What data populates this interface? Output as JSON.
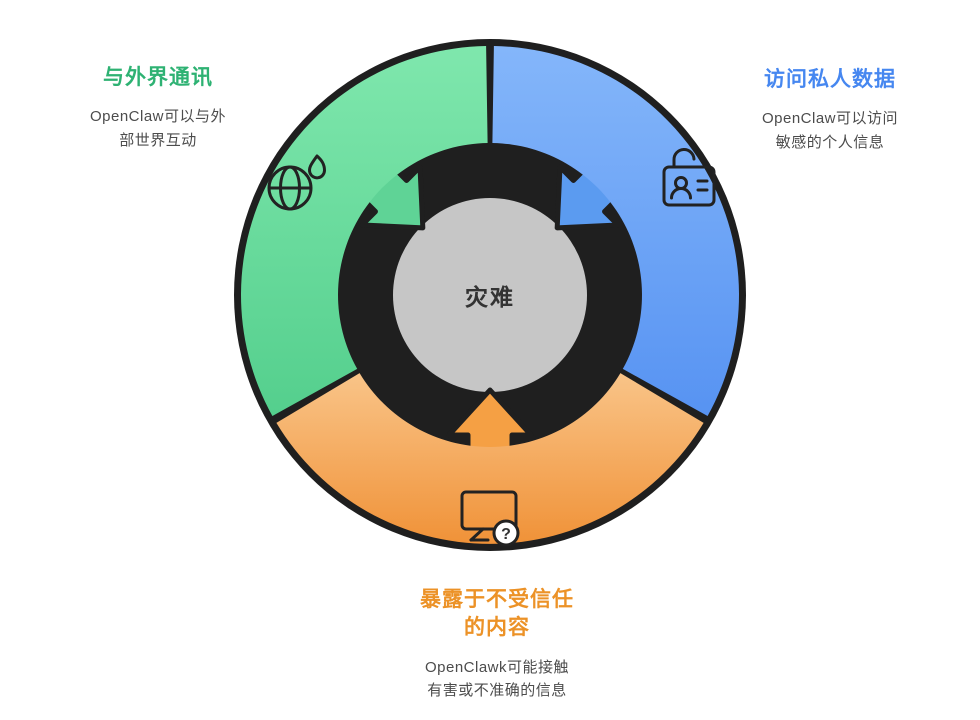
{
  "diagram": {
    "center": {
      "label": "灾难"
    },
    "segments": [
      {
        "id": "communicate-outside",
        "title": "与外界通讯",
        "desc_line1": "OpenClaw可以与外",
        "desc_line2": "部世界互动",
        "color": "#54cf8d",
        "icon": "globe-flame-icon"
      },
      {
        "id": "private-data",
        "title": "访问私人数据",
        "desc_line1": "OpenClaw可以访问",
        "desc_line2": "敏感的个人信息",
        "color": "#5793f2",
        "icon": "unlocked-id-icon"
      },
      {
        "id": "untrusted-content",
        "title_line1": "暴露于不受信任",
        "title_line2": "的内容",
        "desc_line1": "OpenClawk可能接触",
        "desc_line2": "有害或不准确的信息",
        "color": "#f09238",
        "icon": "monitor-question-icon"
      }
    ],
    "icons": {
      "question_glyph": "?"
    },
    "palette": {
      "green": "#54cf8d",
      "blue": "#5793f2",
      "orange": "#f09238",
      "dark": "#1f1f1f",
      "center_gray": "#c6c6c6",
      "green_text": "#2eb273",
      "blue_text": "#4687f0",
      "orange_text": "#ec9227",
      "desc_text": "#4c4c4c"
    }
  }
}
